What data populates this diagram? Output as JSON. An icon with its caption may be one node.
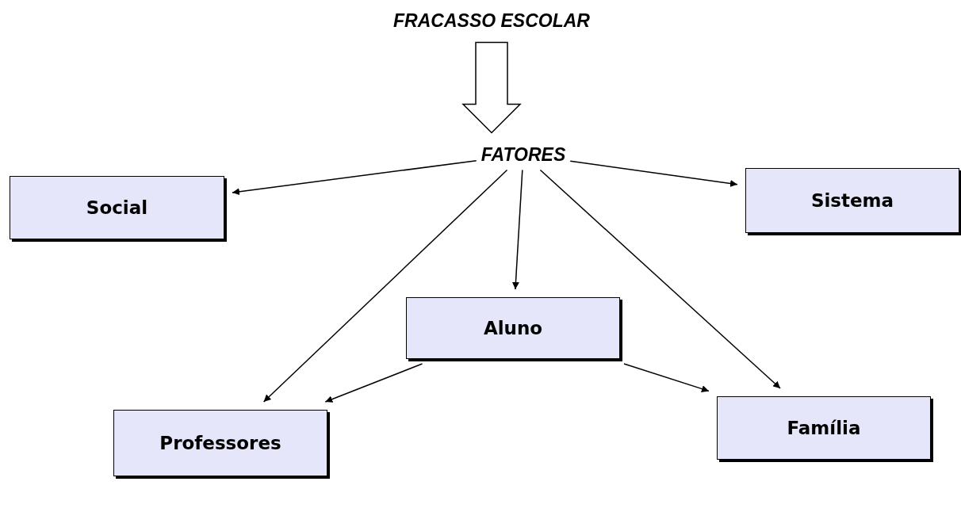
{
  "diagram": {
    "nodes": [
      {
        "text": [
          "FRACASSO ESCOLAR"
        ]
      },
      {
        "text": [
          "FATORES"
        ]
      },
      {
        "text": [
          "Social"
        ]
      },
      {
        "text": [
          "Sistema"
        ]
      },
      {
        "text": [
          "Aluno"
        ]
      },
      {
        "text": [
          "Professores"
        ]
      },
      {
        "text": [
          "Família"
        ]
      }
    ],
    "edges": [
      {
        "from": 0,
        "to": 1,
        "arrow": "to",
        "style": "thick"
      },
      {
        "from": 1,
        "to": 2,
        "arrow": "to"
      },
      {
        "from": 1,
        "to": 3,
        "arrow": "to"
      },
      {
        "from": 1,
        "to": 4,
        "arrow": "to"
      },
      {
        "from": 1,
        "to": 5,
        "arrow": "to"
      },
      {
        "from": 1,
        "to": 6,
        "arrow": "to"
      },
      {
        "from": 4,
        "to": 5,
        "arrow": "to"
      },
      {
        "from": 4,
        "to": 6,
        "arrow": "to"
      }
    ]
  }
}
